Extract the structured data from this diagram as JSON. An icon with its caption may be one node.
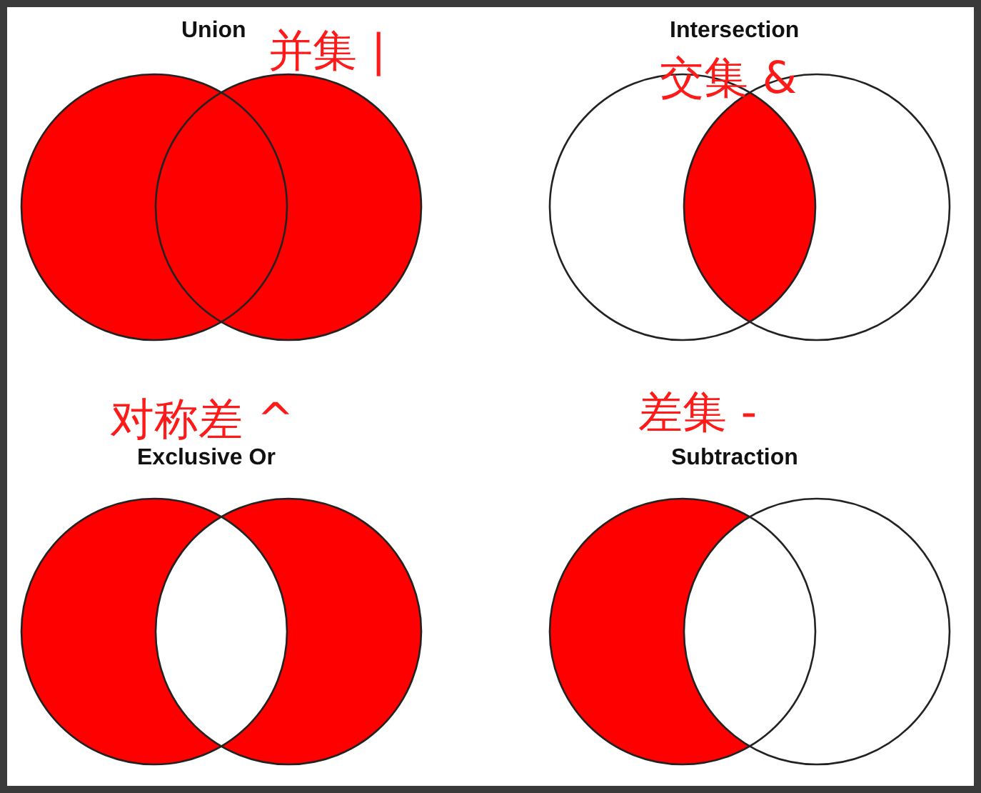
{
  "diagram": {
    "labels": [
      "Union",
      "并集 |",
      "Intersection",
      "交集 &",
      "对称差 ^",
      "差集 -",
      "Exclusive Or",
      "Subtraction"
    ]
  }
}
